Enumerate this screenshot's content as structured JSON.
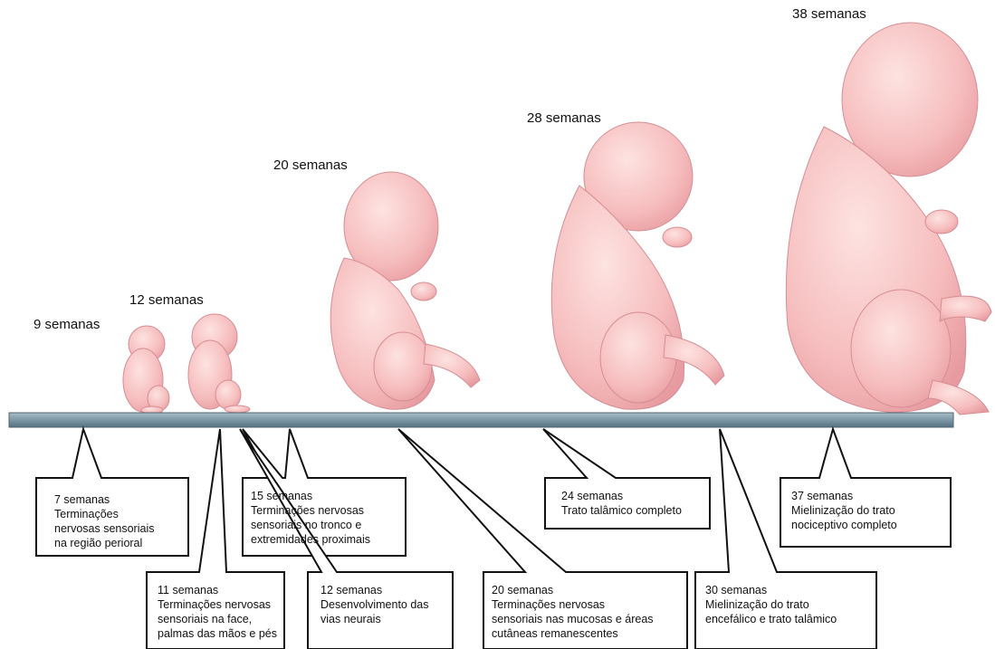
{
  "stages": [
    {
      "id": "s9",
      "label": "9 semanas"
    },
    {
      "id": "s12",
      "label": "12 semanas"
    },
    {
      "id": "s20",
      "label": "20 semanas"
    },
    {
      "id": "s28",
      "label": "28 semanas"
    },
    {
      "id": "s38",
      "label": "38 semanas"
    }
  ],
  "callouts": [
    {
      "id": "c7",
      "text": "7 semanas\nTerminações\nnervosas sensoriais\nna região perioral"
    },
    {
      "id": "c11",
      "text": "11 semanas\nTerminações nervosas\nsensoriais na face,\npalmas das mãos e pés"
    },
    {
      "id": "c15",
      "text": "15 semanas\nTerminações nervosas\nsensoriais no tronco e\nextremidades proximais"
    },
    {
      "id": "c12",
      "text": "12 semanas\nDesenvolvimento das\nvias neurais"
    },
    {
      "id": "c20",
      "text": "20 semanas\nTerminações nervosas\nsensoriais nas mucosas e áreas\ncutâneas remanescentes"
    },
    {
      "id": "c24",
      "text": "24 semanas\nTrato talâmico completo"
    },
    {
      "id": "c30",
      "text": "30 semanas\nMielinização do trato\nencefálico e trato talâmico"
    },
    {
      "id": "c37",
      "text": "37 semanas\nMielinização do trato\nnociceptivo completo"
    }
  ],
  "colors": {
    "skin": "#f7c4c4",
    "skin_shadow": "#e89a9e",
    "bar": "#7d98a6",
    "bar_edge": "#4f6671"
  }
}
